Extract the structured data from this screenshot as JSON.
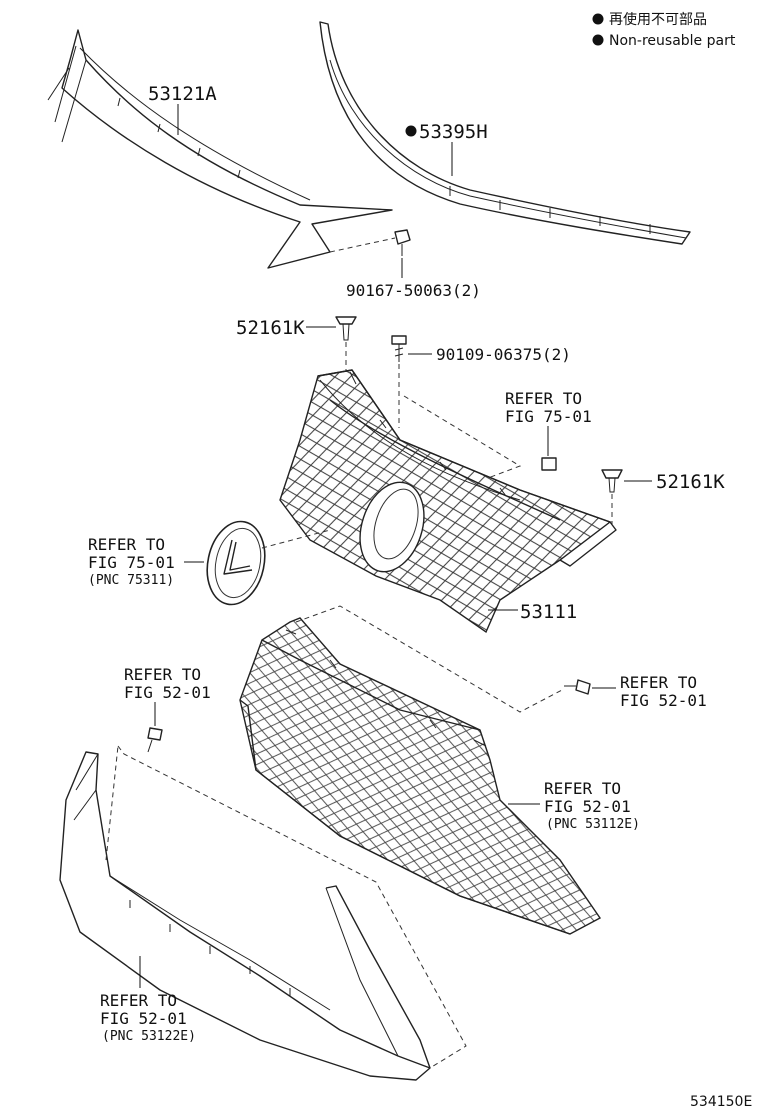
{
  "legend": {
    "line1": "再使用不可部品",
    "line2": "Non-reusable part"
  },
  "parts": {
    "moulding_upper": "53121A",
    "moulding_side": "53395H",
    "clip_upper": "90167-50063(2)",
    "retainer_left": "52161K",
    "screw": "90109-06375(2)",
    "retainer_right": "52161K",
    "grille": "53111"
  },
  "refs": {
    "emblem_nut": {
      "line1": "REFER TO",
      "line2": "FIG 75-01"
    },
    "emblem": {
      "line1": "REFER TO",
      "line2": "FIG 75-01",
      "line3": "(PNC 75311)"
    },
    "bolt_left": {
      "line1": "REFER TO",
      "line2": "FIG 52-01"
    },
    "bolt_right": {
      "line1": "REFER TO",
      "line2": "FIG 52-01"
    },
    "lower_grille": {
      "line1": "REFER TO",
      "line2": "FIG 52-01",
      "line3": "(PNC 53112E)"
    },
    "lower_moulding": {
      "line1": "REFER TO",
      "line2": "FIG 52-01",
      "line3": "(PNC 53122E)"
    }
  },
  "figure_code": "534150E",
  "colors": {
    "ink": "#111111",
    "background": "#ffffff"
  },
  "icons": {
    "non_reusable_marker": "filled-circle"
  }
}
